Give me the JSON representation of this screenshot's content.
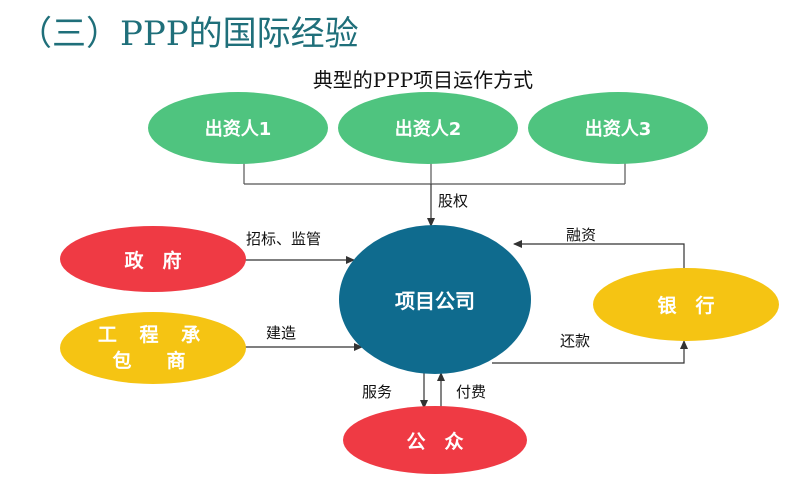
{
  "title": "（三）PPP的国际经验",
  "subtitle": "典型的PPP项目运作方式",
  "investors": [
    "出资人1",
    "出资人2",
    "出资人3"
  ],
  "nodes": {
    "government": "政　府",
    "contractor_line1": "工 程 承",
    "contractor_line2": "包　商",
    "project_company": "项目公司",
    "bank": "银　行",
    "public": "公　众"
  },
  "edges": {
    "equity": "股权",
    "tender_supervision": "招标、监管",
    "construction": "建造",
    "financing": "融资",
    "repayment": "还款",
    "service": "服务",
    "payment": "付费"
  },
  "colors": {
    "title": "#1f6f7a",
    "investor": "#4fc47f",
    "government": "#ef3a44",
    "contractor": "#f5c413",
    "project_company": "#0f6b8e",
    "bank": "#f5c413",
    "public": "#ef3a44"
  }
}
